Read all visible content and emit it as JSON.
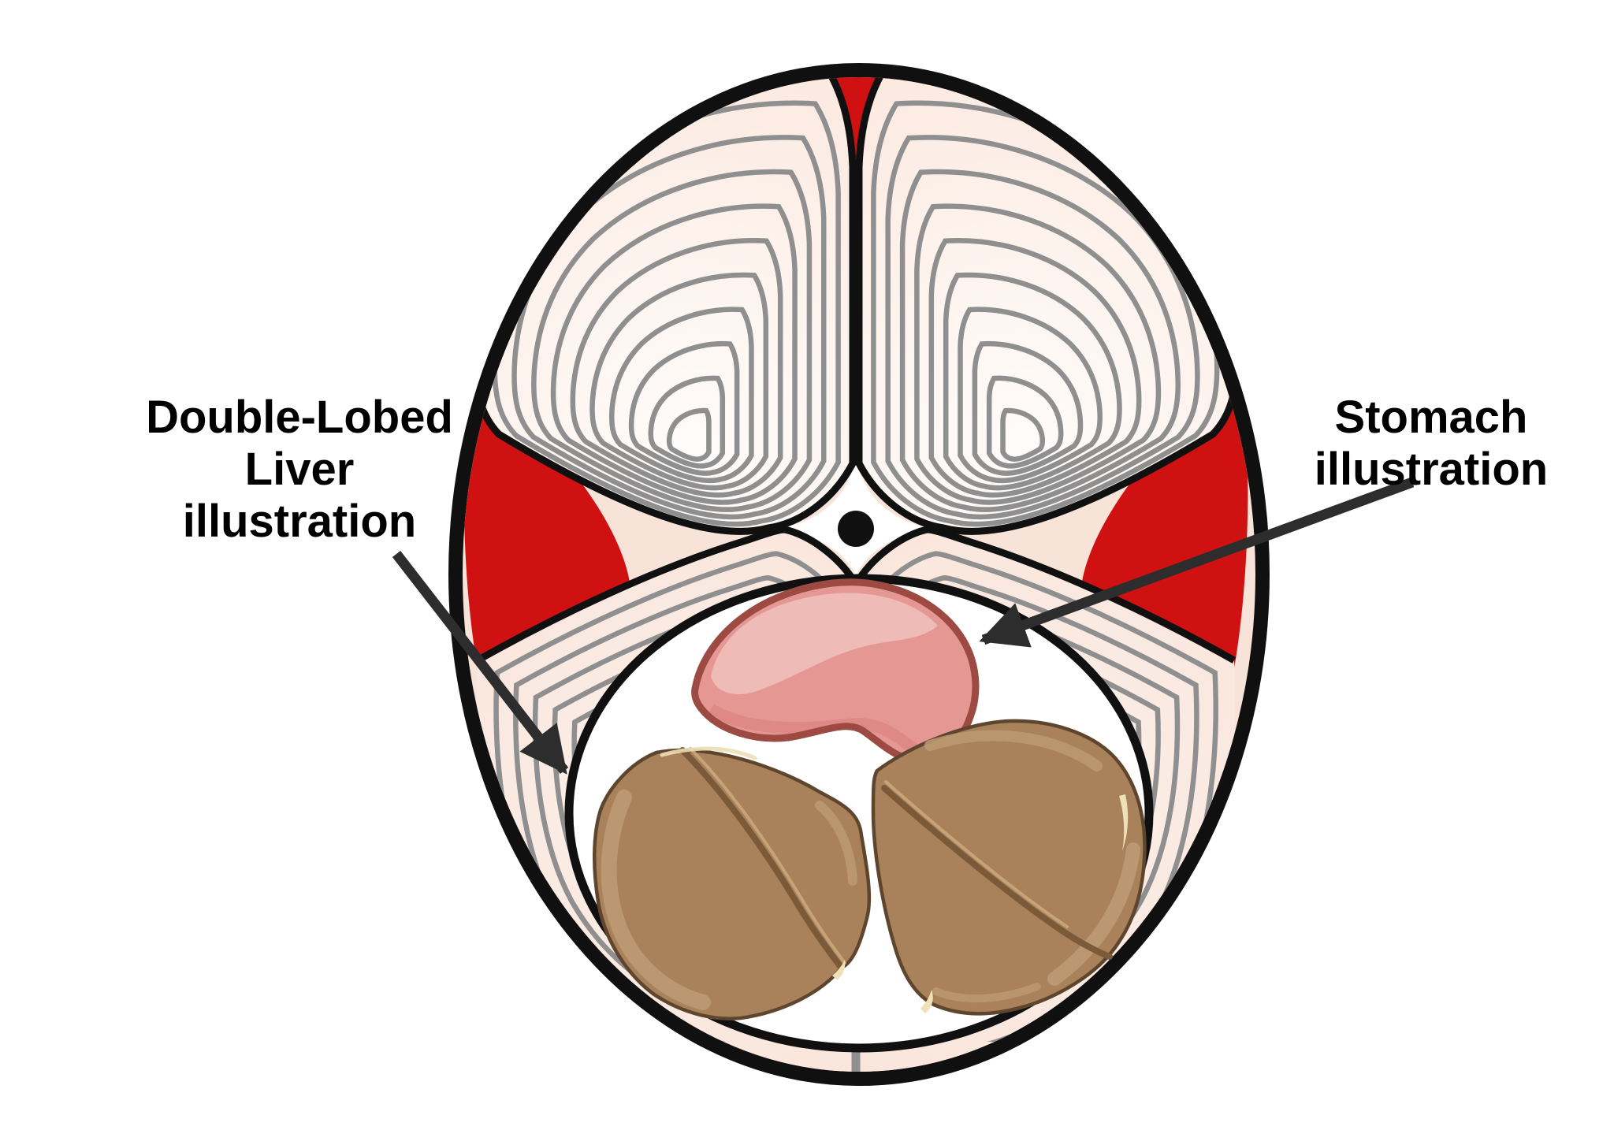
{
  "figure": {
    "type": "anatomical-cross-section-diagram",
    "subject": "cross section with muscle whorl quadrants, stomach and double-lobed liver in visceral cavity",
    "palette": {
      "background": "#ffffff",
      "outline_black": "#101010",
      "muscle_base": "#f8e3d9",
      "muscle_upper_light": "#fefcfb",
      "muscle_upper_edge": "#fbe9df",
      "muscle_lower_light": "#fcf1ea",
      "muscle_lower_edge": "#f8e0d5",
      "whorl_line_gray": "#8f8f8f",
      "red_muscle": "#cf1111",
      "cavity_white": "#ffffff",
      "stomach_fill": "#e59794",
      "stomach_highlight": "#eebbb6",
      "stomach_shade": "#dc8481",
      "stomach_outline": "#9c4a42",
      "liver_fill": "#a9815a",
      "liver_outline": "#5e462e",
      "liver_crease": "#7a5a39",
      "liver_crease_light": "#c9a77a",
      "liver_highlight": "#bd9a73",
      "liver_sliver_cream": "#efe0b8",
      "arrow": "#2d2d2d",
      "label_text": "#000000"
    }
  },
  "labels": {
    "liver": {
      "lines": [
        "Double-Lobed",
        "Liver",
        "illustration"
      ]
    },
    "stomach": {
      "lines": [
        "Stomach",
        "illustration"
      ]
    }
  }
}
